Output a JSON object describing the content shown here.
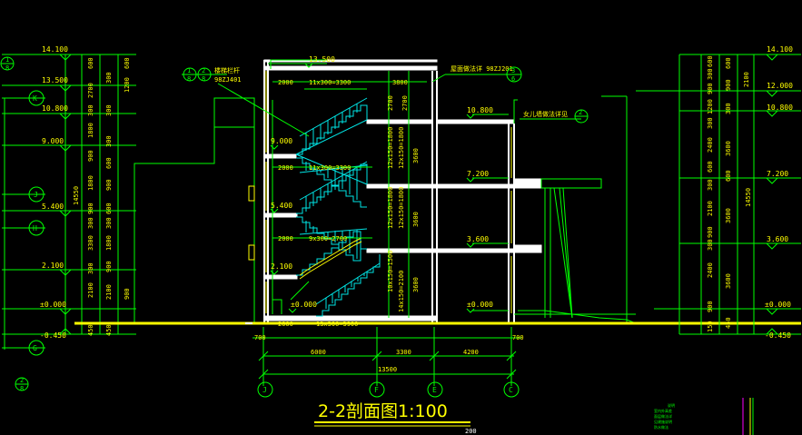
{
  "title": "2-2剖面图1:100",
  "colors": {
    "background": "#000000",
    "line": "#00ff00",
    "wall": "#ffffff",
    "stair": "#00e5e5",
    "ground": "#ffff00",
    "text": "#ffff00",
    "axis_bubble": "#00ff00",
    "magenta": "#ff00ff"
  },
  "elevations": {
    "top": "14.100",
    "parapet": "13.500",
    "level4": "10.800",
    "stair3": "9.000",
    "level3": "7.200",
    "stair2": "5.400",
    "level2": "3.600",
    "stair1": "2.100",
    "ground": "±0.000",
    "outdoor": "-0.450",
    "right_top": "14.100",
    "right_12": "12.000",
    "right_108": "10.800",
    "right_72": "7.200",
    "right_36": "3.600",
    "right_0": "±0.000",
    "right_neg": "-0.450"
  },
  "left_dims": {
    "col1": [
      "600",
      "2700",
      "300",
      "1800",
      "900",
      "1800",
      "900",
      "300",
      "3300",
      "1800",
      "900",
      "300",
      "2100",
      "450"
    ],
    "col2": [
      "600",
      "300",
      "1200",
      "300",
      "600",
      "300",
      "900",
      "600",
      "2100",
      "300",
      "900",
      "450"
    ],
    "total": "14550"
  },
  "right_dims": {
    "col1": [
      "600",
      "300",
      "900",
      "1200",
      "300",
      "2400",
      "600",
      "300",
      "2100",
      "900",
      "300",
      "2400",
      "900",
      "150"
    ],
    "col2": [
      "600",
      "2100",
      "900",
      "300",
      "600",
      "3600",
      "3600",
      "3600",
      "450"
    ],
    "total": "14550"
  },
  "stair_labels": {
    "top_left": "2000",
    "top_treads": "11x300=3300",
    "top_right": "3800",
    "mid_left": "2000",
    "mid_treads": "11x300=3300",
    "low_left": "2000",
    "low_treads": "9x300=2700",
    "ground_left": "2000",
    "ground_treads": "13x300=3900",
    "vert_1": "2700",
    "vert_2": "2700",
    "vert_3": "12x150=1800",
    "vert_4": "12x150=1800",
    "vert_5": "12x150=1800",
    "vert_6": "12x150=1800",
    "vert_7": "10x150=1500",
    "vert_8": "14x150=2100",
    "span_1": "3600",
    "span_2": "3600",
    "span_3": "3600"
  },
  "notes": {
    "stair_rail": "楼梯栏杆",
    "stair_rail_ref": "98ZJ401",
    "roof_ref": "屋面做法详 98ZJ201",
    "child_rail": "女儿墙做法详见"
  },
  "callouts": {
    "top_left_num": "1",
    "top_left_den": "8",
    "bottom_left_num": "2",
    "bottom_left_den": "8",
    "stair_num_a": "1",
    "stair_num_b": "2",
    "stair_num_c": "3",
    "roof_num": "3",
    "roof_den": "6",
    "parapet_num": "2"
  },
  "axes": {
    "left_vertical": [
      "K",
      "J",
      "H",
      "G"
    ],
    "bottom": [
      "J",
      "F",
      "E",
      "C"
    ]
  },
  "bottom_dims": {
    "left_offset": "700",
    "right_offset": "700",
    "spans": [
      "6000",
      "3300",
      "4200"
    ],
    "total": "13500"
  },
  "small_label": "200",
  "legend_lines": [
    "说明",
    "室内外高差",
    "面层做法详",
    "见建施说明",
    "防水做法"
  ]
}
